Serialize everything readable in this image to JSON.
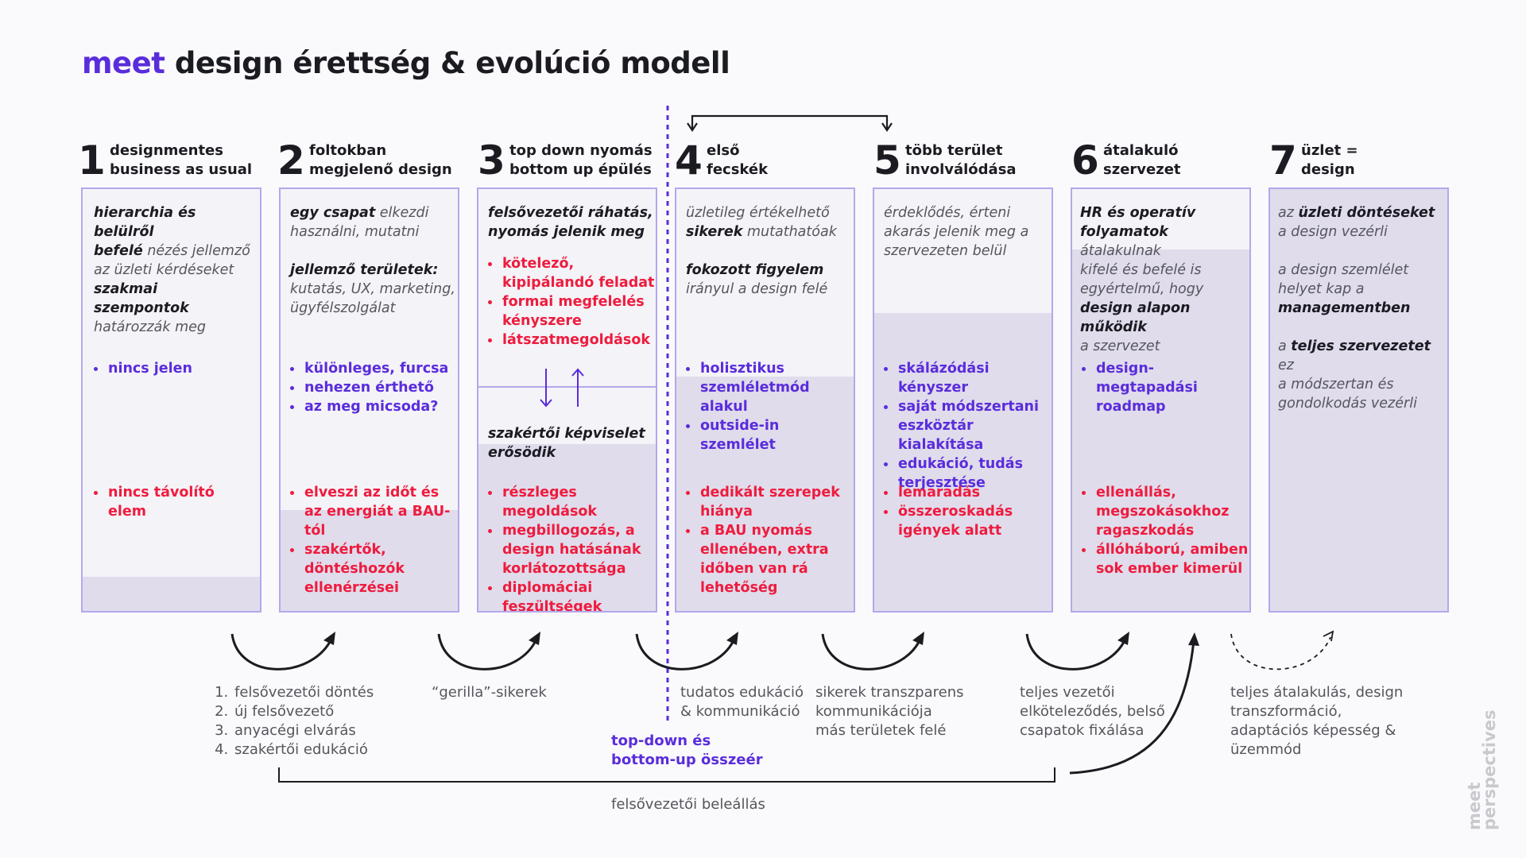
{
  "title": {
    "brand": "meet",
    "rest": "design érettség & evolúció modell"
  },
  "stages": [
    {
      "num": "1",
      "label": "designmentes\nbusiness as usual"
    },
    {
      "num": "2",
      "label": "foltokban\nmegjelenő design"
    },
    {
      "num": "3",
      "label": "top down nyomás\nbottom up épülés"
    },
    {
      "num": "4",
      "label": "első\nfecskék"
    },
    {
      "num": "5",
      "label": "több terület\ninvolválódása"
    },
    {
      "num": "6",
      "label": "átalakuló\nszervezet"
    },
    {
      "num": "7",
      "label": "üzlet =\ndesign"
    }
  ],
  "col1": {
    "d1_b1": "hierarchia és belülről",
    "d1_b2": "befelé",
    "d1_t2": " nézés jellemző",
    "d2_t1": "az üzleti kérdéseket",
    "d2_b1": "szakmai szempontok",
    "d2_t2": "határozzák meg",
    "pos": [
      "nincs jelen"
    ],
    "neg": [
      "nincs távolító elem"
    ]
  },
  "col2": {
    "d1_b1": "egy csapat",
    "d1_t1": " elkezdi",
    "d1_t2": "használni, mutatni",
    "d2_b1": "jellemző területek:",
    "d2_t1": "kutatás, UX, marketing,",
    "d2_t2": "ügyfélszolgálat",
    "pos": [
      "különleges, furcsa",
      "nehezen érthető",
      "az meg micsoda?"
    ],
    "neg": [
      "elveszi az időt és az energiát a BAU-tól",
      "szakértők, döntéshozók ellenérzései"
    ]
  },
  "col3": {
    "d1_b1": "felsővezetői ráhatás,",
    "d1_b2": "nyomás jelenik meg",
    "neg_top": [
      "kötelező, kipipálandó feladat",
      "formai megfelelés kényszere",
      "látszatmegoldások"
    ],
    "d2_b1": "szakértői képviselet",
    "d2_b2": "erősödik",
    "neg": [
      "részleges megoldások",
      "megbillogozás, a design hatásának korlátozottsága",
      "diplomáciai feszültségek"
    ]
  },
  "col4": {
    "d1_t1": "üzletileg értékelhető",
    "d1_b1": "sikerek",
    "d1_t2": " mutathatóak",
    "d2_b1": "fokozott figyelem",
    "d2_t1": "irányul a design felé",
    "pos": [
      "holisztikus szemléletmód alakul",
      "outside-in szemlélet"
    ],
    "neg": [
      "dedikált szerepek hiánya",
      "a BAU nyomás ellenében, extra időben van rá lehetőség"
    ]
  },
  "col5": {
    "d1_t1": "érdeklődés, érteni",
    "d1_t2": "akarás jelenik meg a",
    "d1_t3": "szervezeten belül",
    "pos": [
      "skálázódási kényszer",
      "saját módszertani eszköztár kialakítása",
      "edukáció, tudás terjesztése"
    ],
    "neg": [
      "lemaradás",
      "összeroskadás igények alatt"
    ]
  },
  "col6": {
    "d1_b1": "HR és operatív",
    "d1_b2": "folyamatok",
    "d1_t2": " átalakulnak",
    "d2_t1": "kifelé és befelé is",
    "d2_t2": "egyértelmű, hogy",
    "d2_b1": "design alapon működik",
    "d2_t3": "a szervezet",
    "pos": [
      "design-megtapadási roadmap"
    ],
    "neg": [
      "ellenállás, megszokásokhoz ragaszkodás",
      "állóháború, amiben sok ember kimerül"
    ]
  },
  "col7": {
    "d1_t1": "az ",
    "d1_b1": "üzleti döntéseket",
    "d1_t2": "a design vezérli",
    "d2_t1": "a design szemlélet",
    "d2_t2": "helyet kap a",
    "d2_b1": "managementben",
    "d3_t1": "a ",
    "d3_b1": "teljes szervezetet",
    "d3_t2": " ez",
    "d3_t3": "a módszertan és",
    "d3_t4": "gondolkodás vezérli"
  },
  "transitions": {
    "t12": [
      "felsővezetői döntés",
      "új felsővezető",
      "anyacégi elvárás",
      "szakértői edukáció"
    ],
    "t23": "“gerilla”-sikerek",
    "t34": "tudatos edukáció\n& kommunikáció",
    "t45": "sikerek transzparens\nkommunikációja\nmás területek felé",
    "t56": "teljes vezetői\nelköteleződés, belső\ncsapatok fixálása",
    "t67": "teljes átalakulás, design\ntranszformáció,\nadaptációs képesség &\nüzemmód"
  },
  "meeting": "top-down és\nbottom-up összeér",
  "footer": "felsővezetői beleállás",
  "logo": "meet\nperspectives",
  "colors": {
    "brand": "#5a2ddb",
    "negative": "#ee1c3e",
    "border": "#b4a8ec",
    "shade": "#e0dcec"
  }
}
